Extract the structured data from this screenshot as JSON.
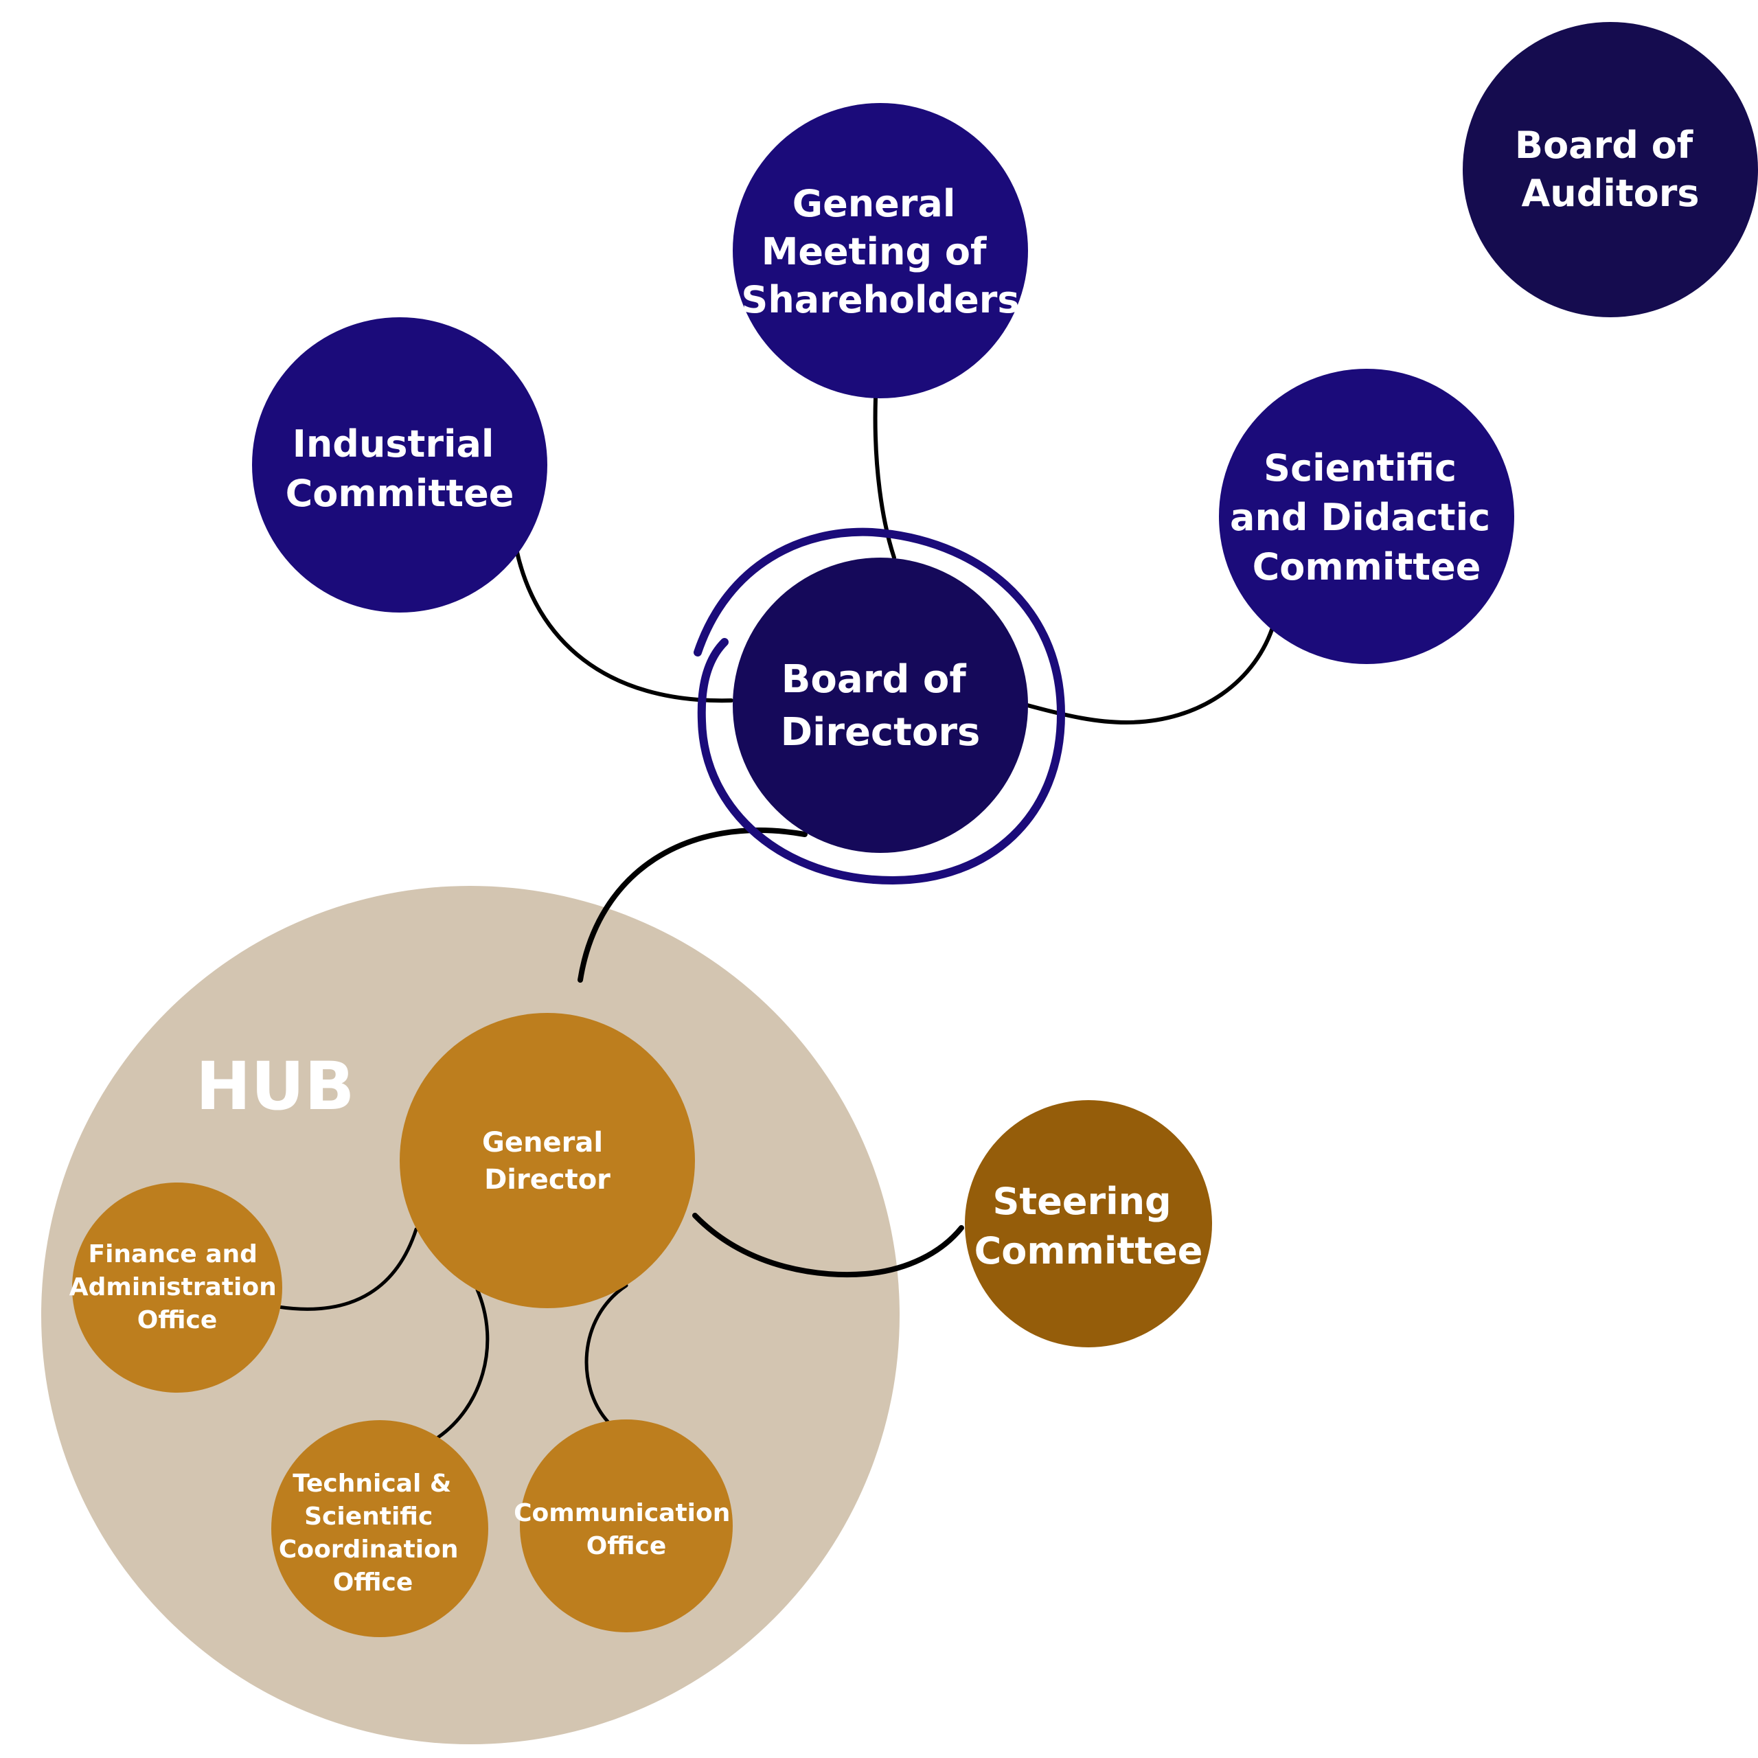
{
  "colors": {
    "indigo": "#1b0b7a",
    "dark_indigo": "#15095a",
    "darkest_indigo": "#150c4f",
    "ring": "#1b0b7a",
    "hub_bg": "#d3c5b1",
    "gold": "#bd7e1e",
    "brown": "#955d0a",
    "line": "#000000",
    "text": "#ffffff"
  },
  "hub": {
    "label": "HUB"
  },
  "nodes": {
    "general_meeting": {
      "lines": [
        "General",
        "Meeting of",
        "Shareholders"
      ]
    },
    "board_of_auditors": {
      "lines": [
        "Board of",
        "Auditors"
      ]
    },
    "industrial_committee": {
      "lines": [
        "Industrial",
        "Committee"
      ]
    },
    "scientific_committee": {
      "lines": [
        "Scientific",
        "and Didactic",
        "Committee"
      ]
    },
    "board_of_directors": {
      "lines": [
        "Board of",
        "Directors"
      ]
    },
    "general_director": {
      "lines": [
        "General",
        "Director"
      ]
    },
    "steering_committee": {
      "lines": [
        "Steering",
        "Committee"
      ]
    },
    "finance_office": {
      "lines": [
        "Finance and",
        "Administration",
        "Office"
      ]
    },
    "technical_office": {
      "lines": [
        "Technical &",
        "Scientific",
        "Coordination",
        "Office"
      ]
    },
    "communication_office": {
      "lines": [
        "Communication",
        "Office"
      ]
    }
  }
}
